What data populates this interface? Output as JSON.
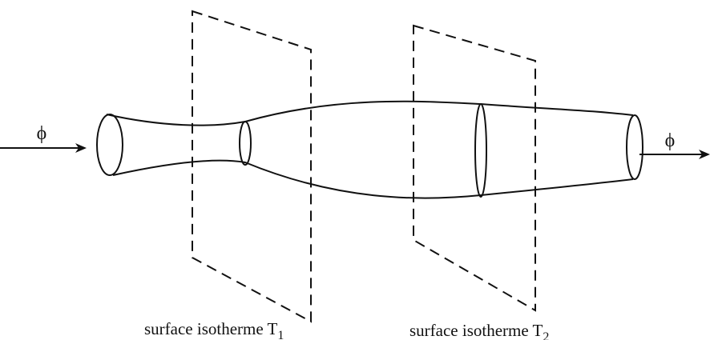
{
  "flux_in_label": "ϕ",
  "flux_out_label": "ϕ",
  "isotherm_1": {
    "text": "surface isotherme T",
    "subscript": "1"
  },
  "isotherm_2": {
    "text": "surface isotherme T",
    "subscript": "2"
  },
  "colors": {
    "ink": "#111111",
    "background": "#ffffff"
  }
}
